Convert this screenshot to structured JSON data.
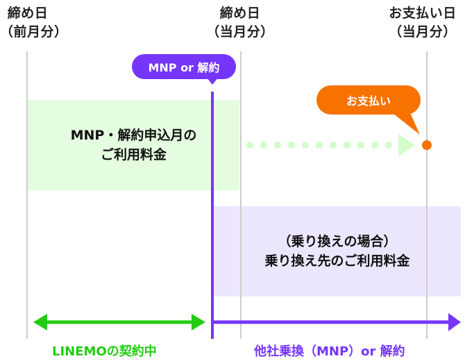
{
  "columns": [
    {
      "line1": "締め日",
      "line2": "（前月分）"
    },
    {
      "line1": "締め日",
      "line2": "（当月分）"
    },
    {
      "line1": "お支払い日",
      "line2": "（当月分）"
    }
  ],
  "bubbles": {
    "event": "MNP or 解約",
    "payment": "お支払い"
  },
  "boxes": {
    "linemo_charge": {
      "line1": "MNP・解約申込月の",
      "line2": "ご利用料金"
    },
    "new_carrier_charge": {
      "line1": "（乗り換えの場合）",
      "line2": "乗り換え先のご利用料金"
    }
  },
  "periods": {
    "linemo": "LINEMOの契約中",
    "after": "他社乗換（MNP）or 解約"
  },
  "colors": {
    "green": "#22cc11",
    "purple": "#7535fb",
    "orange": "#f77200",
    "green_bg": "#e4fde0",
    "purple_bg": "#ece6fd",
    "dot_green": "#d2fcca",
    "gridline": "#cccccc"
  }
}
